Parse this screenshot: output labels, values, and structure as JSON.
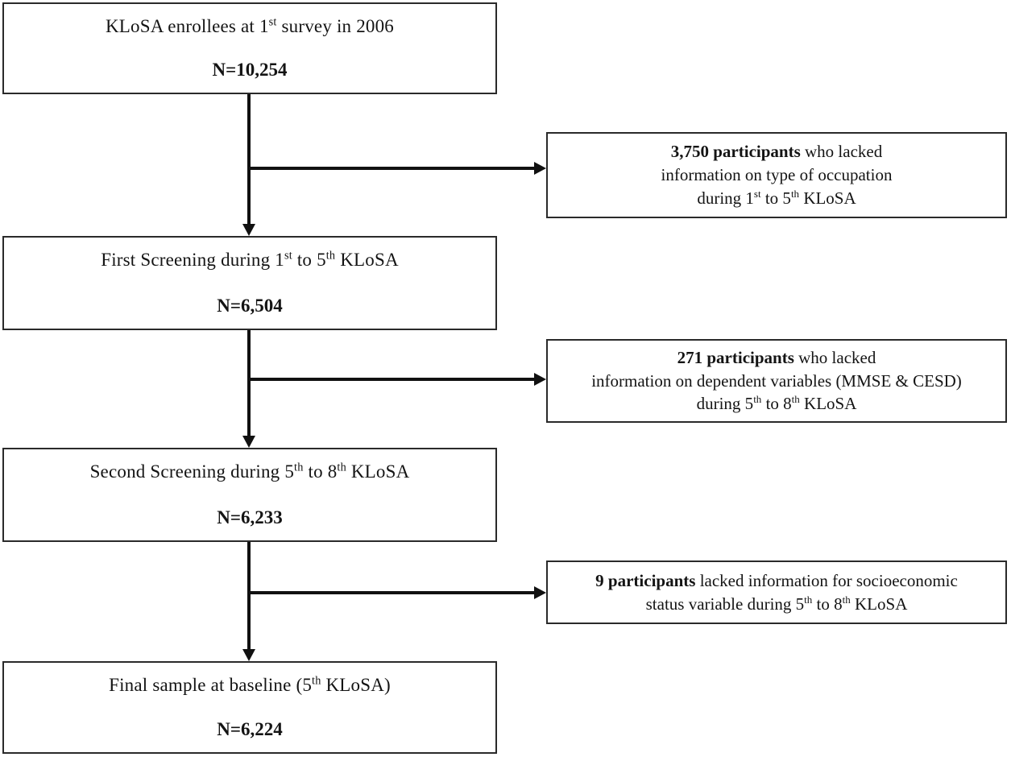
{
  "flowchart": {
    "main_boxes": [
      {
        "title": [
          {
            "t": "KLoSA enrollees at 1"
          },
          {
            "t": "st",
            "sup": true
          },
          {
            "t": " survey in 2006"
          }
        ],
        "n": "N=10,254"
      },
      {
        "title": [
          {
            "t": "First Screening during 1"
          },
          {
            "t": "st",
            "sup": true
          },
          {
            "t": " to 5"
          },
          {
            "t": "th",
            "sup": true
          },
          {
            "t": " KLoSA"
          }
        ],
        "n": "N=6,504"
      },
      {
        "title": [
          {
            "t": "Second Screening during 5"
          },
          {
            "t": "th",
            "sup": true
          },
          {
            "t": " to 8"
          },
          {
            "t": "th",
            "sup": true
          },
          {
            "t": " KLoSA"
          }
        ],
        "n": "N=6,233"
      },
      {
        "title": [
          {
            "t": "Final sample at baseline (5"
          },
          {
            "t": "th",
            "sup": true
          },
          {
            "t": " KLoSA)"
          }
        ],
        "n": "N=6,224"
      }
    ],
    "side_boxes": [
      {
        "lines": [
          [
            {
              "t": "3,750 participants",
              "b": true
            },
            {
              "t": " who lacked"
            }
          ],
          [
            {
              "t": "information on type of occupation"
            }
          ],
          [
            {
              "t": "during 1"
            },
            {
              "t": "st",
              "sup": true
            },
            {
              "t": " to 5"
            },
            {
              "t": "th",
              "sup": true
            },
            {
              "t": " KLoSA"
            }
          ]
        ]
      },
      {
        "lines": [
          [
            {
              "t": "271 participants",
              "b": true
            },
            {
              "t": " who lacked"
            }
          ],
          [
            {
              "t": "information on dependent variables (MMSE & CESD)"
            }
          ],
          [
            {
              "t": "during 5"
            },
            {
              "t": "th",
              "sup": true
            },
            {
              "t": " to 8"
            },
            {
              "t": "th",
              "sup": true
            },
            {
              "t": " KLoSA"
            }
          ]
        ]
      },
      {
        "lines": [
          [
            {
              "t": "9 participants",
              "b": true
            },
            {
              "t": " lacked information for socioeconomic"
            }
          ],
          [
            {
              "t": "status variable during 5"
            },
            {
              "t": "th",
              "sup": true
            },
            {
              "t": " to 8"
            },
            {
              "t": "th",
              "sup": true
            },
            {
              "t": " KLoSA"
            }
          ]
        ]
      }
    ],
    "colors": {
      "box_border": "#2a2a2a",
      "arrow": "#111111",
      "text": "#141414",
      "background": "#ffffff"
    }
  }
}
